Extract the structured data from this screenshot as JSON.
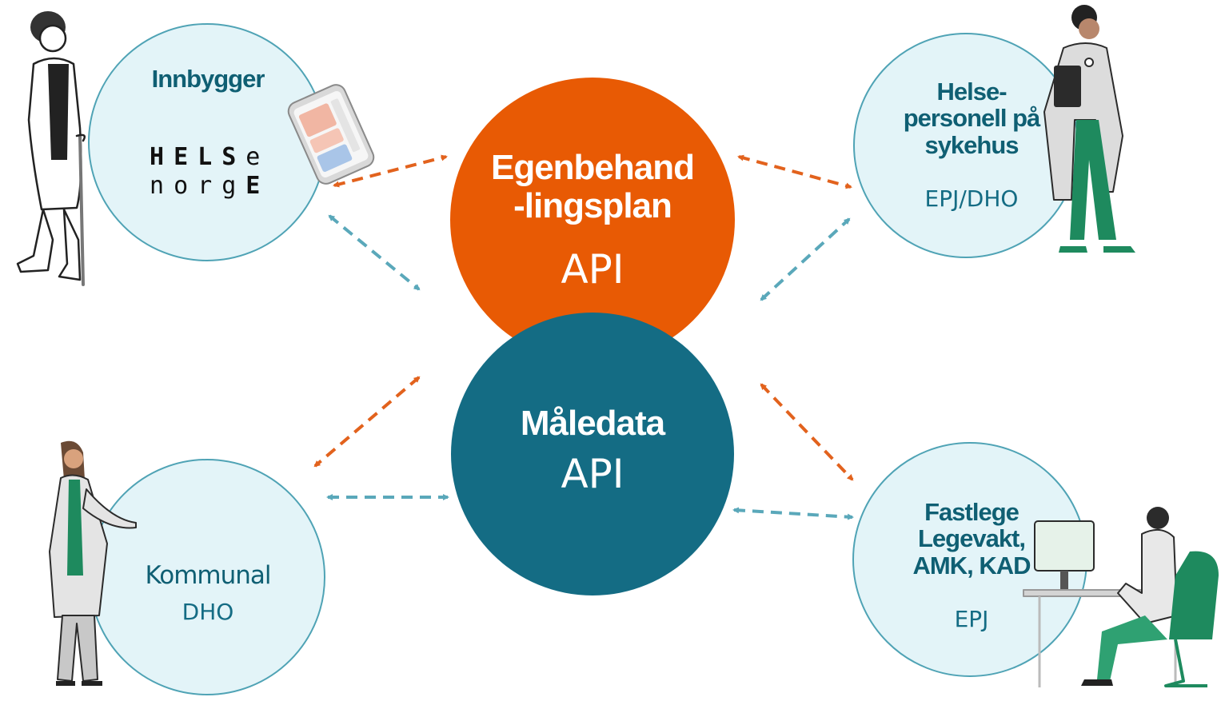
{
  "colors": {
    "orange": "#E85A04",
    "teal": "#146C84",
    "light_circle_fill": "#E3F4F8",
    "light_circle_stroke": "#4FA3B5",
    "title_text": "#0F5F73",
    "arrow_orange": "#E2621D",
    "arrow_blue": "#5AA8BA",
    "green": "#1E8A5E"
  },
  "center": {
    "plan": {
      "title_line1": "Egenbehand",
      "title_line2": "-lingsplan",
      "sub": "API"
    },
    "maale": {
      "title": "Måledata",
      "sub": "API"
    }
  },
  "nodes": {
    "innbygger": {
      "title": "Innbygger",
      "logo_line1": "HELSe",
      "logo_line2": "norgE"
    },
    "sykehus": {
      "line1": "Helse-",
      "line2": "personell på",
      "line3": "sykehus",
      "sub": "EPJ/DHO"
    },
    "kommunal": {
      "title": "Kommunal",
      "sub": "DHO"
    },
    "fastlege": {
      "line1": "Fastlege",
      "line2": "Legevakt,",
      "line3": "AMK, KAD",
      "sub": "EPJ"
    }
  },
  "icons": [
    "elderly-person-icon",
    "smartphone-icon",
    "doctor-icon",
    "nurse-icon",
    "doctor-at-computer-icon"
  ]
}
